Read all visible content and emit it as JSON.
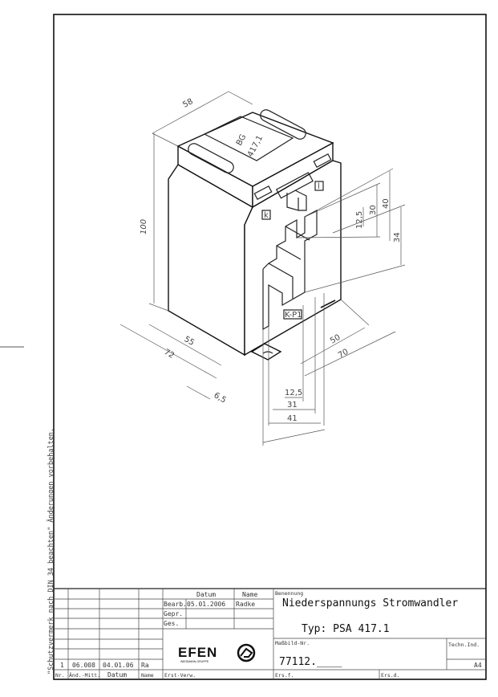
{
  "drawing": {
    "label_plate": [
      "BG",
      "417,1"
    ],
    "terminal_k": "k",
    "terminal_l": "l",
    "terminal_kp1": "K-P1",
    "dimensions": {
      "depth_top": "58",
      "height": "100",
      "width_inner": "55",
      "width_outer": "72",
      "foot": "6,5",
      "depth_inner": "50",
      "depth_outer": "70",
      "win_w_small": "12,5",
      "win_w_mid": "31",
      "win_w_large": "41",
      "win_h_small": "12,5",
      "win_h_mid": "30",
      "win_h_large": "40",
      "win_h_lower": "34"
    }
  },
  "side_note": "\"Schutzvermerk nach DIN 34 beachten\" Änderungen vorbehalten.",
  "title_block": {
    "hdr_datum": "Datum",
    "hdr_name": "Name",
    "bearb": "Bearb.",
    "bearb_date": "05.01.2006",
    "bearb_name": "Radke",
    "gepr": "Gepr.",
    "ges": "Ges.",
    "benennung_label": "Benennung",
    "title": "Niederspannungs Stromwandler",
    "type": "Typ: PSA 417.1",
    "massbild_label": "Maßbild-Nr.",
    "massbild_no": "77112.____",
    "techn_ind": "Techn.Ind.",
    "format": "A4",
    "logo": "EFEN",
    "logo_sub": "WIEDMANN GRUPPE",
    "rev": {
      "nr": "1",
      "aend": "06.008",
      "datum": "04.01.06",
      "name": "Ra"
    },
    "footer": {
      "nr": "Nr.",
      "aend": "Änd.-Mitt.",
      "datum": "Datum",
      "name": "Name",
      "erst": "Erst-Verw.",
      "ers_f": "Ers.f.",
      "ers_d": "Ers.d."
    }
  }
}
